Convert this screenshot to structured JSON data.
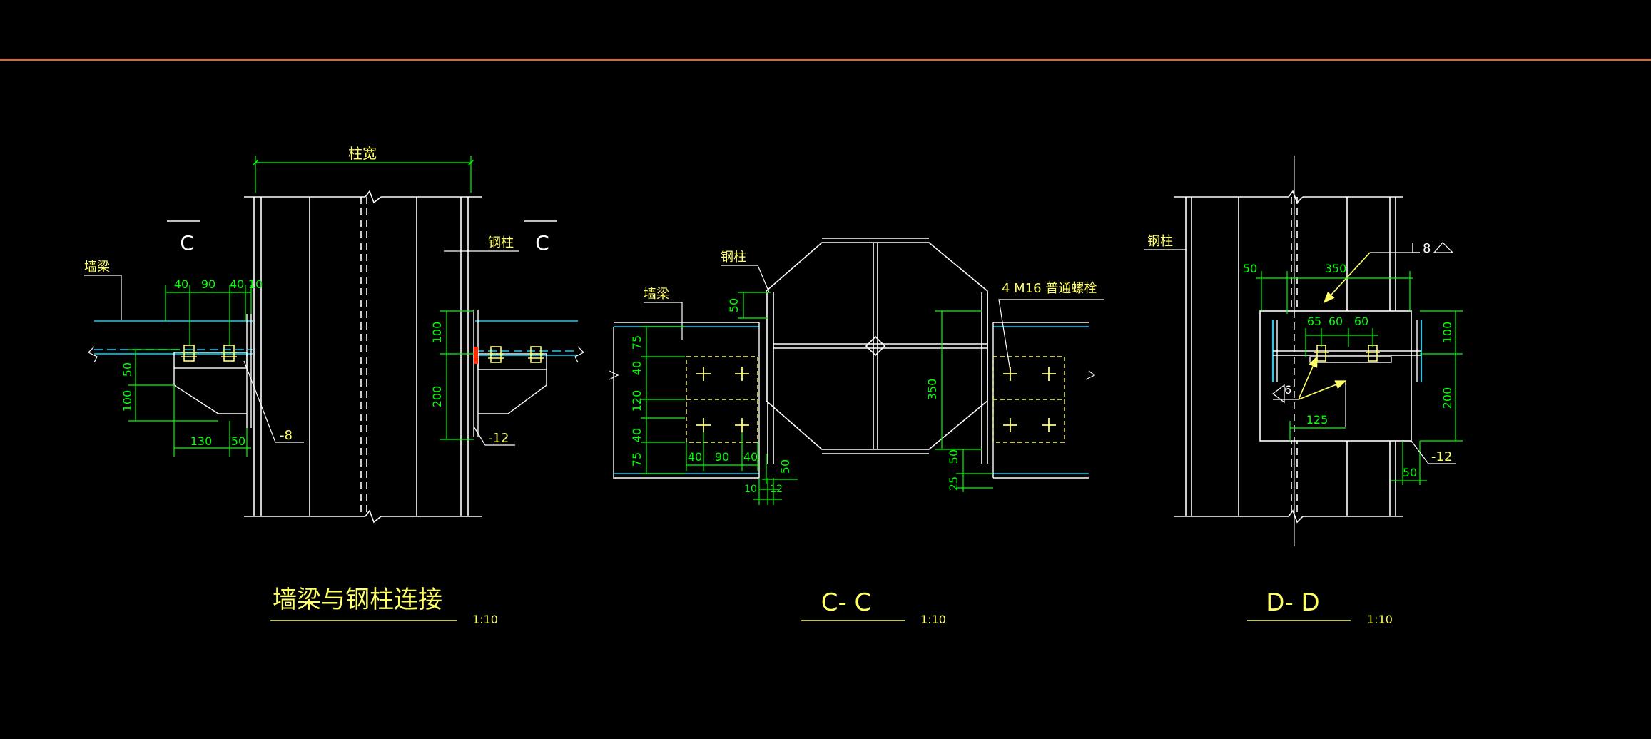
{
  "colors": {
    "background": "#000000",
    "frame_line": "#e8622a",
    "steel": "#ffffff",
    "dimension": "#00ff00",
    "wall_beam": "#00d8ff",
    "label": "#ffff66",
    "bolt": "#ffff66",
    "accent": "#ff2a00"
  },
  "view_left": {
    "title": "墙梁与钢柱连接",
    "scale": "1:10",
    "section_mark_left": "C",
    "section_mark_right": "C",
    "label_column_width": "柱宽",
    "label_wall_beam": "墙梁",
    "label_steel_column": "钢柱",
    "dims_top": [
      "40",
      "90",
      "40",
      "10"
    ],
    "dim_50": "50",
    "dim_100": "100",
    "dim_130": "130",
    "dim_50_bottom": "50",
    "plate_minus8": "-8",
    "dim_right_100": "100",
    "dim_right_200": "200",
    "plate_minus12": "-12"
  },
  "view_middle": {
    "title": "C- C",
    "scale": "1:10",
    "label_steel_column": "钢柱",
    "label_wall_beam": "墙梁",
    "label_bolts": "4 M16 普通螺栓",
    "dim_50_top": "50",
    "dims_left_vertical": [
      "75",
      "40",
      "120",
      "40",
      "75"
    ],
    "dims_bottom": [
      "40",
      "90",
      "40"
    ],
    "dim_50_bottom": "50",
    "dims_10_12": [
      "10",
      "12"
    ],
    "dim_350": "350",
    "dim_50_right": "50",
    "dim_25_right": "25"
  },
  "view_right": {
    "title": "D- D",
    "scale": "1:10",
    "label_steel_column": "钢柱",
    "weld_8": "8",
    "dim_50_top": "50",
    "dim_350": "350",
    "dims_inner": [
      "65",
      "60",
      "60"
    ],
    "weld_6": "6",
    "dim_125": "125",
    "dim_right_100": "100",
    "dim_right_200": "200",
    "dim_50_bottom": "50",
    "plate_minus12": "-12"
  }
}
